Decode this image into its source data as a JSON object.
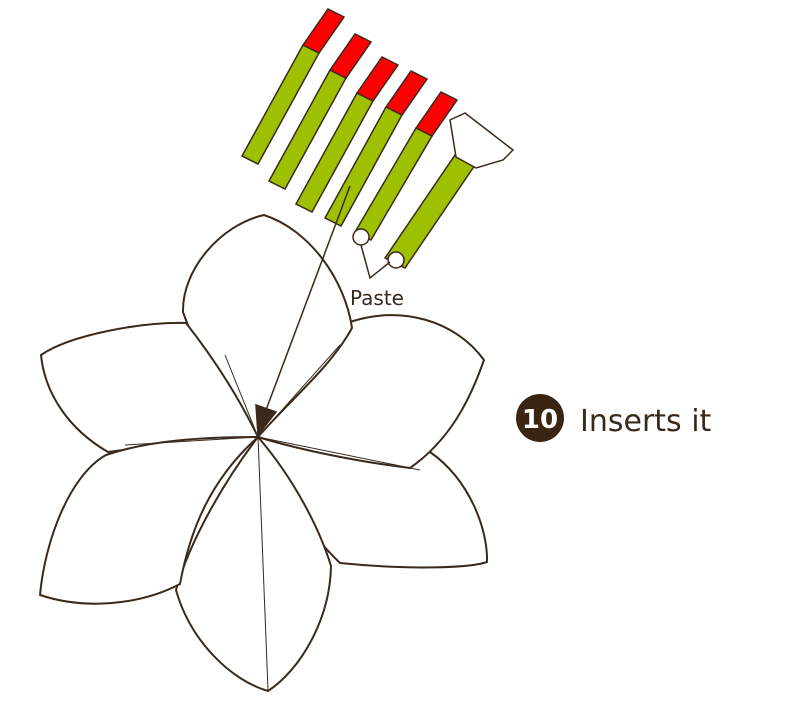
{
  "paste_label": "Paste",
  "step": {
    "number": "10",
    "text": "Inserts it"
  },
  "colors": {
    "stamen_green": "#9dc000",
    "stamen_tip": "#ff0000",
    "outline": "#3a2a1c",
    "badge": "#3a2512",
    "background": "#ffffff"
  }
}
